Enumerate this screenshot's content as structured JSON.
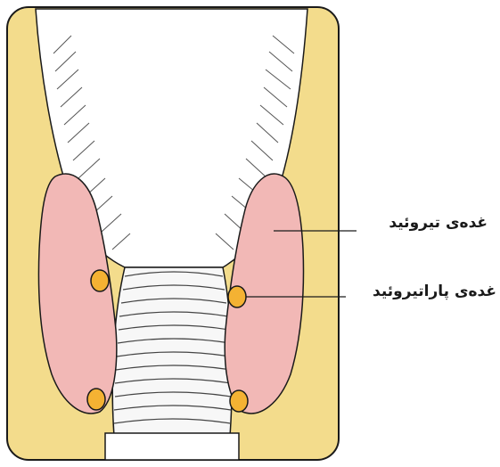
{
  "labels": {
    "thyroid": "غده‌ی تیروئید",
    "parathyroid": "غده‌ی پاراتیروئید"
  },
  "colors": {
    "background_panel": "#f3dc8c",
    "thyroid_gland": "#f2b8b6",
    "parathyroid_gland": "#f4b233",
    "outline": "#1a1a1a"
  },
  "icons": {
    "thyroid": "thyroid-lobe-shape",
    "parathyroid": "parathyroid-dot"
  }
}
